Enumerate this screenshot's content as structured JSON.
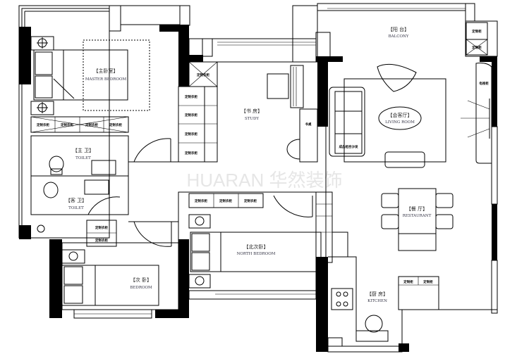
{
  "watermark": "HUARAN 华然装饰",
  "rooms": {
    "master_bedroom": {
      "cn": "【主卧室】",
      "en": "MASTER BEDROOM"
    },
    "study": {
      "cn": "【书 房】",
      "en": "STUDY"
    },
    "balcony": {
      "cn": "【阳 台】",
      "en": "BALCONY"
    },
    "living_room": {
      "cn": "【会客厅】",
      "en": "LIVING ROOM"
    },
    "restaurant": {
      "cn": "【餐 厅】",
      "en": "RESTAURANT"
    },
    "north_bedroom": {
      "cn": "【北次卧】",
      "en": "NORTH BEDROOM"
    },
    "bedroom": {
      "cn": "【次 卧】",
      "en": "BEDROOM"
    },
    "master_toilet": {
      "cn": "【主 卫】",
      "en": "TOILET"
    },
    "guest_toilet": {
      "cn": "【客 卫】",
      "en": "TOILET"
    },
    "kitchen": {
      "cn": "【厨 房】",
      "en": "KITCHEN"
    }
  },
  "furniture": {
    "wardrobe": "定制衣柜",
    "cabinet": "定制柜",
    "desk": "书桌",
    "sofa": "成品组合沙发",
    "tv_cabinet": "电视柜"
  }
}
